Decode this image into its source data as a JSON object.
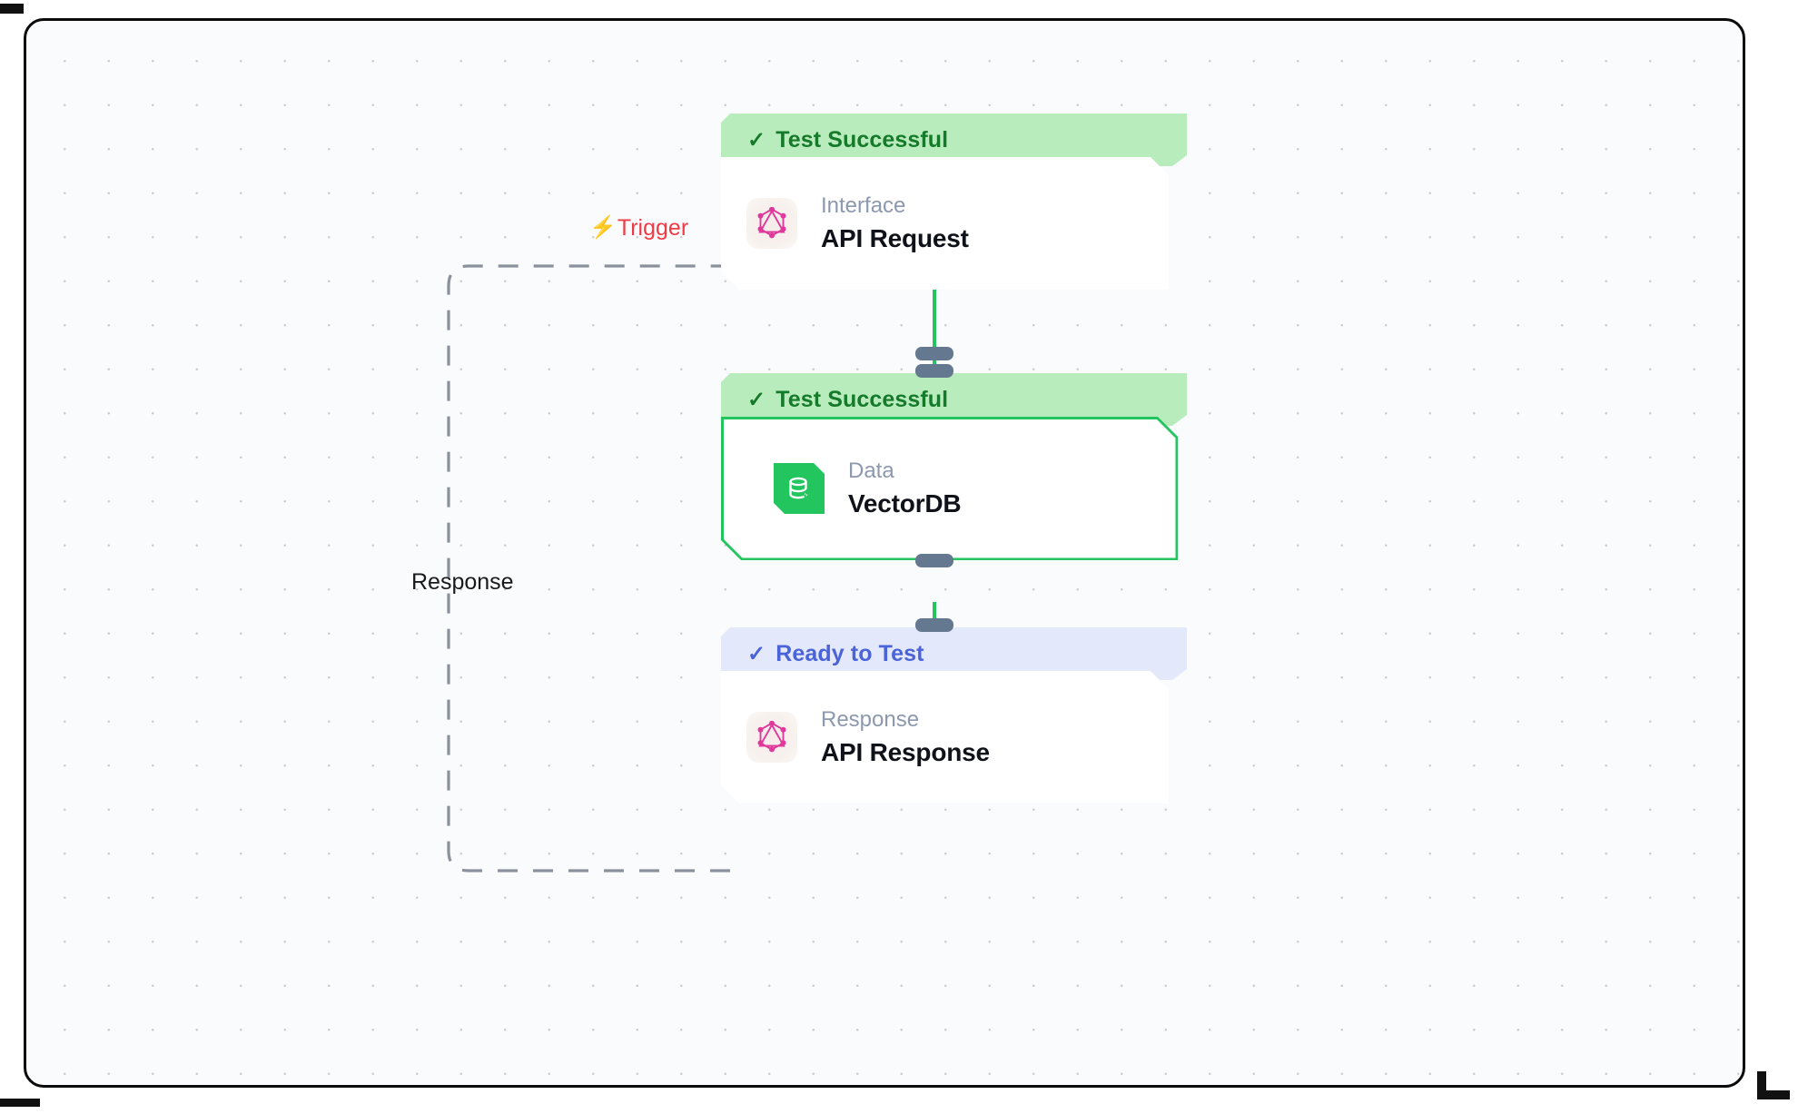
{
  "canvas": {
    "background_color": "#fafbfd",
    "border_color": "#0b0b0b",
    "dot_color": "#c9cdd6"
  },
  "edges": [
    {
      "id": "trigger-edge",
      "label": "Trigger",
      "icon": "lightning-bolt-icon",
      "label_color": "#ef3b45",
      "style": "dashed",
      "color": "#8b919c",
      "from": "api-response",
      "to": "api-request"
    },
    {
      "id": "response-edge",
      "label": "Response",
      "label_color": "#1a1a1a",
      "style": "dashed",
      "color": "#8b919c"
    },
    {
      "id": "request-to-vectordb",
      "label": "",
      "style": "solid",
      "color": "#22c55e",
      "from": "api-request",
      "to": "vectordb"
    },
    {
      "id": "vectordb-to-response",
      "label": "",
      "style": "solid",
      "color": "#22c55e",
      "from": "vectordb",
      "to": "api-response"
    }
  ],
  "nodes": [
    {
      "id": "api-request",
      "status": "Test Successful",
      "status_state": "success",
      "status_icon": "check-icon",
      "status_bg": "#b9ecbd",
      "status_color": "#157a2a",
      "kind": "Interface",
      "title": "API Request",
      "icon": "graphql-icon",
      "selected": false
    },
    {
      "id": "vectordb",
      "status": "Test Successful",
      "status_state": "success",
      "status_icon": "check-icon",
      "status_bg": "#b9ecbd",
      "status_color": "#157a2a",
      "kind": "Data",
      "title": "VectorDB",
      "icon": "database-bolt-icon",
      "selected": true,
      "selection_color": "#22c55e"
    },
    {
      "id": "api-response",
      "status": "Ready to Test",
      "status_state": "ready",
      "status_icon": "check-icon",
      "status_bg": "#e3e8fa",
      "status_color": "#4a63d8",
      "kind": "Response",
      "title": "API Response",
      "icon": "graphql-icon",
      "selected": false
    }
  ]
}
